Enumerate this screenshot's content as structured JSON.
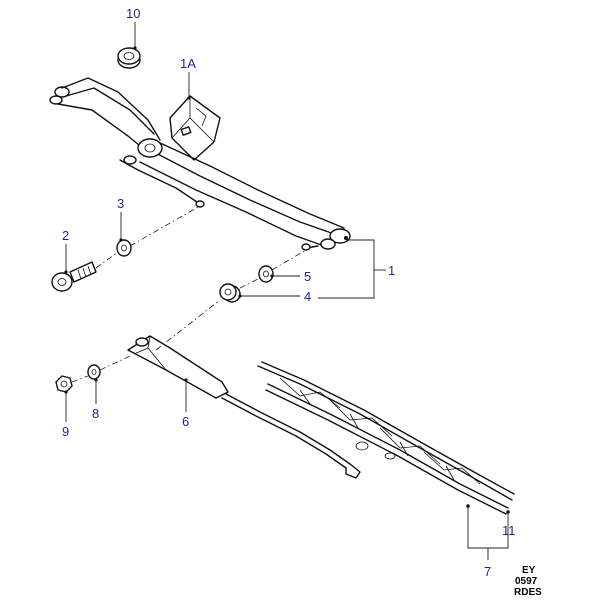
{
  "callouts": {
    "c10": "10",
    "c1a": "1A",
    "c3": "3",
    "c2": "2",
    "c5": "5",
    "c1": "1",
    "c4": "4",
    "c9": "9",
    "c8": "8",
    "c6": "6",
    "c11": "11",
    "c7": "7"
  },
  "drawing_code": {
    "line1": "EY",
    "line2": "0597",
    "line3": "RDES"
  },
  "colors": {
    "callout": "#1a2a8c",
    "line": "#111111"
  }
}
